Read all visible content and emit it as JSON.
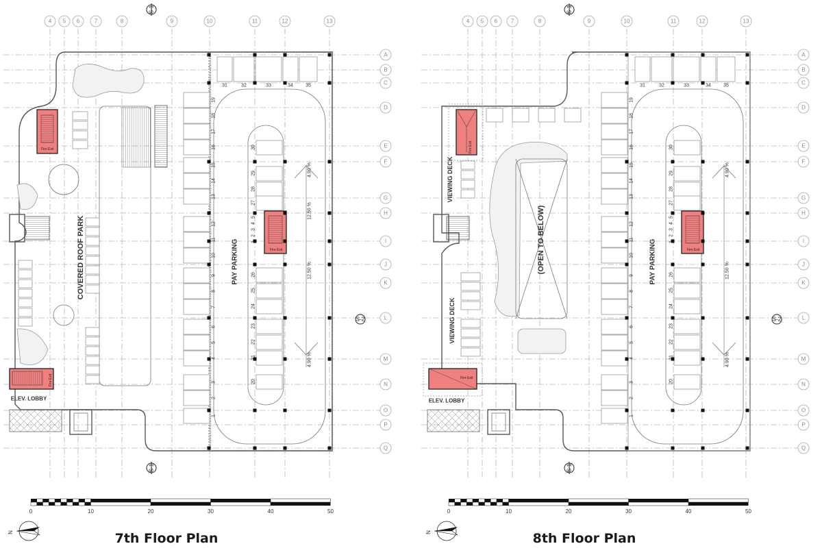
{
  "plans": [
    {
      "title": "7th Floor Plan",
      "col_grid": [
        "4",
        "5",
        "6",
        "7",
        "8",
        "9",
        "10",
        "11",
        "12",
        "13"
      ],
      "row_grid": [
        "A",
        "B",
        "C",
        "D",
        "E",
        "F",
        "G",
        "H",
        "I",
        "J",
        "K",
        "L",
        "M",
        "N",
        "O",
        "P",
        "Q"
      ],
      "section_marks": {
        "top": "S-1",
        "bottom": "S-1",
        "side": "S-2"
      },
      "labels": {
        "roof_park": "COVERED ROOF PARK",
        "pay_parking": "PAY PARKING",
        "elev_lobby": "ELEV. LOBBY",
        "fire_exit": "Fire Exit"
      },
      "slopes": [
        "4.90 %",
        "12.50 %",
        "12.50 %",
        "4.90 %"
      ],
      "stalls": {
        "west": [
          "19",
          "18",
          "17",
          "16",
          "15",
          "14",
          "13",
          "12",
          "11",
          "10",
          "9",
          "8",
          "7",
          "6",
          "5",
          "4",
          "3",
          "2",
          "1"
        ],
        "north": [
          "31",
          "32",
          "33",
          "34",
          "35"
        ],
        "island_west": [
          "30",
          "29",
          "28",
          "27",
          "5",
          "4",
          "3",
          "2",
          "1",
          "26",
          "25",
          "24",
          "23",
          "22",
          "21",
          "20"
        ]
      }
    },
    {
      "title": "8th Floor Plan",
      "col_grid": [
        "4",
        "5",
        "6",
        "7",
        "8",
        "9",
        "10",
        "11",
        "12",
        "13"
      ],
      "row_grid": [
        "A",
        "B",
        "C",
        "D",
        "E",
        "F",
        "G",
        "H",
        "I",
        "J",
        "K",
        "L",
        "M",
        "N",
        "O",
        "P",
        "Q"
      ],
      "section_marks": {
        "top": "S-1",
        "bottom": "S-1",
        "side": "S-2"
      },
      "labels": {
        "viewing_deck_top": "VIEWING DECK",
        "viewing_deck_bottom": "VIEWING DECK",
        "open_to_below": "(OPEN TO BELOW)",
        "pay_parking": "PAY PARKING",
        "elev_lobby": "ELEV. LOBBY",
        "fire_exit": "Fire Exit"
      },
      "slopes": [
        "4.90 %",
        "12.50 %",
        "4.90 %"
      ],
      "stalls": {
        "west": [
          "19",
          "18",
          "17",
          "16",
          "15",
          "14",
          "13",
          "12",
          "11",
          "10",
          "9",
          "8",
          "7",
          "6",
          "5",
          "4",
          "3",
          "2",
          "1"
        ],
        "north": [
          "31",
          "32",
          "33",
          "34",
          "35"
        ],
        "island_west": [
          "30",
          "29",
          "28",
          "27",
          "5",
          "4",
          "3",
          "2",
          "1",
          "26",
          "25",
          "24",
          "23",
          "22",
          "21",
          "20"
        ]
      }
    }
  ],
  "scale_bar": {
    "ticks": [
      "0",
      "10",
      "20",
      "30",
      "40",
      "50"
    ]
  },
  "north_arrow": {
    "label": "N"
  },
  "colors": {
    "fire_exit": "#f08080",
    "grid": "#b8b8b8",
    "walls": "#555555"
  }
}
